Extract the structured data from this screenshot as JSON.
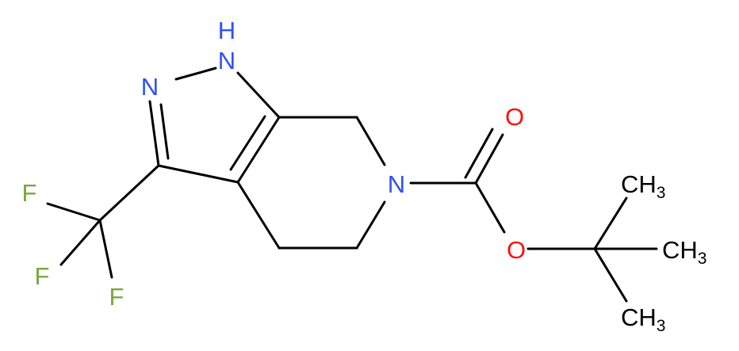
{
  "molecule": {
    "colors": {
      "bond": "#000000",
      "N": "#3050f8",
      "O": "#ff0d0d",
      "F": "#7aa83c",
      "C": "#000000"
    },
    "atoms": {
      "nh_n": "N",
      "nh_h": "H",
      "n2": "N",
      "n_ring": "N",
      "o_carbonyl": "O",
      "o_ester": "O",
      "f1": "F",
      "f2": "F",
      "f3": "F",
      "ch3_top": "CH",
      "ch3_mid": "CH",
      "ch3_bot": "CH",
      "sub3": "3"
    }
  }
}
